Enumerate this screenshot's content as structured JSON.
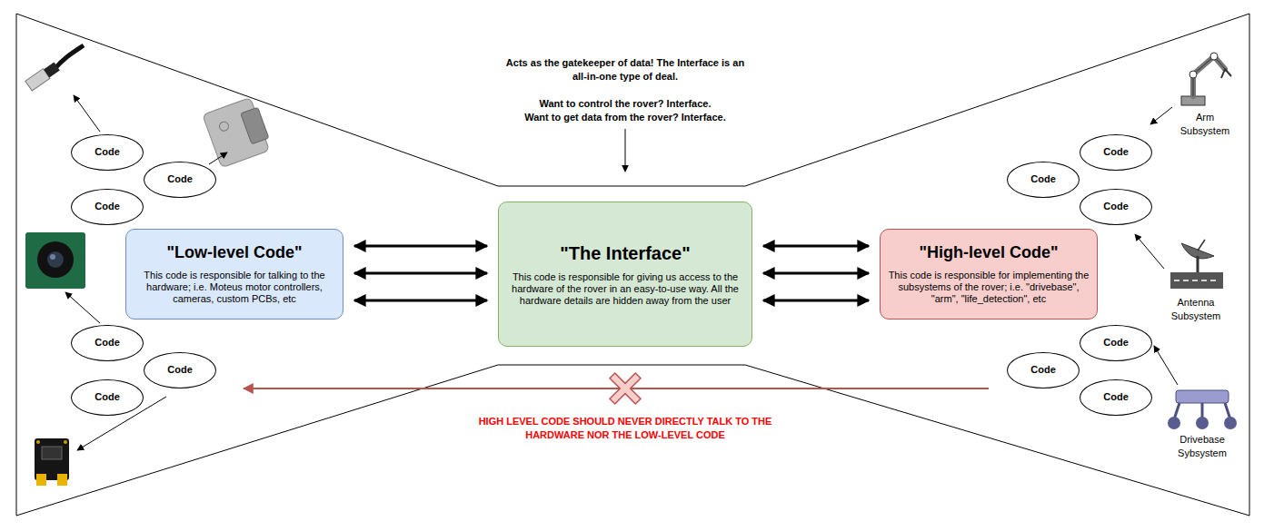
{
  "diagram": {
    "nodes": [
      {
        "text": [
          "\"Low-level Code\"",
          "This code is responsible for talking to the hardware; i.e. Moteus motor controllers, cameras, custom PCBs, etc"
        ]
      },
      {
        "text": [
          "\"The Interface\"",
          "This code is responsible for giving us access to the hardware of the rover in an easy-to-use way. All the hardware details are hidden away from the user"
        ]
      },
      {
        "text": [
          "\"High-level Code\"",
          "This code is responsible for implementing the subsystems of the rover; i.e. \"drivebase\", \"arm\", \"life_detection\", etc"
        ]
      },
      {
        "text": [
          "Code"
        ]
      },
      {
        "text": [
          "Code"
        ]
      },
      {
        "text": [
          "Code"
        ]
      },
      {
        "text": [
          "Code"
        ]
      },
      {
        "text": [
          "Code"
        ]
      },
      {
        "text": [
          "Code"
        ]
      },
      {
        "text": [
          "Code"
        ]
      },
      {
        "text": [
          "Code"
        ]
      },
      {
        "text": [
          "Code"
        ]
      },
      {
        "text": [
          "Code"
        ]
      },
      {
        "text": [
          "Code"
        ]
      },
      {
        "text": [
          "Code"
        ]
      }
    ],
    "edges": [
      {
        "from": 0,
        "to": 1,
        "arrow": "both"
      },
      {
        "from": 0,
        "to": 1,
        "arrow": "both"
      },
      {
        "from": 0,
        "to": 1,
        "arrow": "both"
      },
      {
        "from": 1,
        "to": 2,
        "arrow": "both"
      },
      {
        "from": 1,
        "to": 2,
        "arrow": "both"
      },
      {
        "from": 1,
        "to": 2,
        "arrow": "both"
      }
    ],
    "labels": [
      "Acts as the gatekeeper of data! The Interface is an all-in-one type of deal.",
      "Want to control the rover? Interface.",
      "Want to get data from the rover? Interface.",
      "HIGH LEVEL CODE SHOULD NEVER DIRECTLY TALK TO THE HARDWARE NOR THE LOW-LEVEL CODE",
      "Arm Subsystem",
      "Antenna Subsystem",
      "Drivebase Sybsystem"
    ]
  }
}
